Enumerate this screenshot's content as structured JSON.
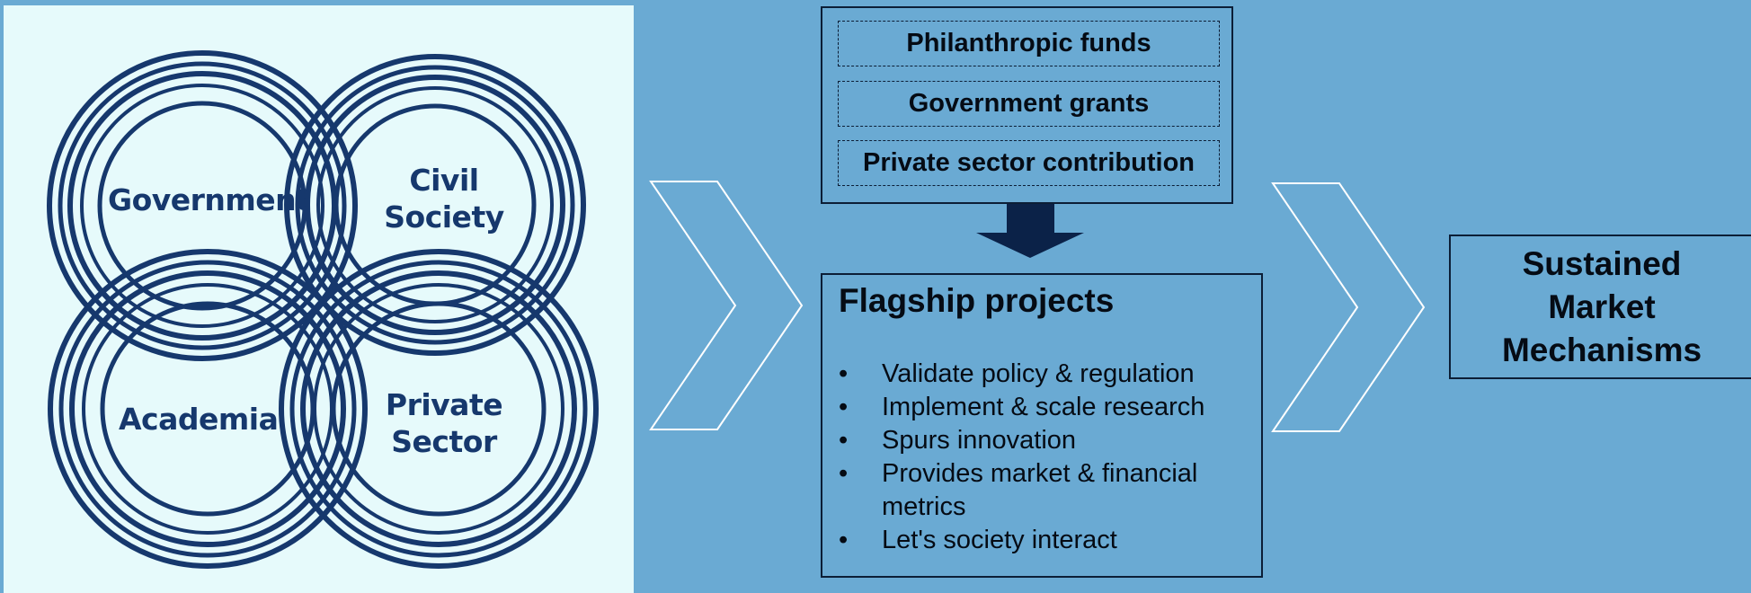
{
  "venn": {
    "government": "Government",
    "civil_society": [
      "Civil",
      "Society"
    ],
    "academia": "Academia",
    "private_sector": [
      "Private",
      "Sector"
    ]
  },
  "funding": [
    "Philanthropic funds",
    "Government grants",
    "Private sector contribution"
  ],
  "flagship": {
    "title": "Flagship projects",
    "items": [
      "Validate policy & regulation",
      "Implement & scale research",
      "Spurs innovation",
      "Provides market & financial metrics",
      "Let's society interact"
    ]
  },
  "outcome": {
    "lines": [
      "Sustained",
      "Market",
      "Mechanisms"
    ]
  },
  "colors": {
    "background": "#6aaad3",
    "panel": "#e6fafb",
    "ring": "#16386d",
    "arrow": "#0b2248"
  }
}
